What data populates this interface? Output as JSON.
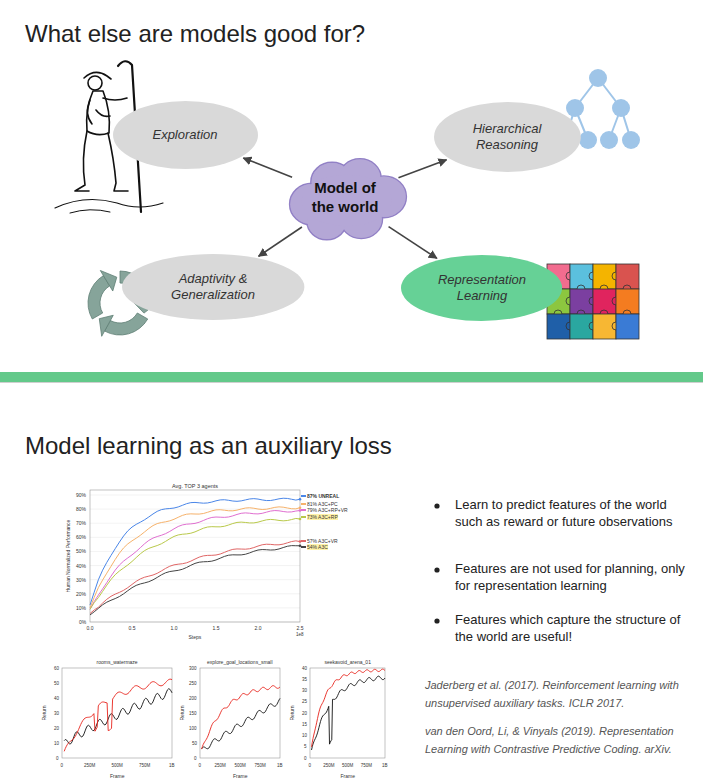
{
  "diagram": {
    "title": "What else are models good for?",
    "nodes": [
      {
        "text": [
          "Exploration"
        ]
      },
      {
        "text": [
          "Hierarchical Reasoning"
        ]
      },
      {
        "text": [
          "Model of the world"
        ]
      },
      {
        "text": [
          "Adaptivity & Generalization"
        ]
      },
      {
        "text": [
          "Representation Learning"
        ]
      }
    ],
    "edges": [
      {
        "from": 2,
        "to": 0,
        "arrow": "to"
      },
      {
        "from": 2,
        "to": 1,
        "arrow": "to"
      },
      {
        "from": 2,
        "to": 3,
        "arrow": "to"
      },
      {
        "from": 2,
        "to": 4,
        "arrow": "to"
      }
    ],
    "labels": [
      "Model learning as an auxiliary loss",
      "Avg. TOP 3 agents",
      "90%",
      "80%",
      "70%",
      "60%",
      "50%",
      "40%",
      "30%",
      "20%",
      "10%",
      "0%",
      "0.0",
      "0.5",
      "1.0",
      "1.5",
      "2.0",
      "2.5",
      "1e8",
      "Steps",
      "Human Normalized Performance",
      "rooms_watermaze",
      "explore_goal_locations_small",
      "seekavoid_arena_01",
      "Return",
      "Return",
      "Return",
      "Frame",
      "Frame",
      "Frame",
      "0",
      "250M",
      "500M",
      "750M",
      "1B",
      "0",
      "250M",
      "500M",
      "750M",
      "1B",
      "0",
      "250M",
      "500M",
      "750M",
      "1B",
      "60",
      "50",
      "40",
      "30",
      "20",
      "10",
      "0",
      "300",
      "250",
      "200",
      "150",
      "100",
      "50",
      "0",
      "40",
      "35",
      "30",
      "25",
      "20",
      "15",
      "10",
      "5",
      "0",
      "Learn to predict features of the world such as reward or future observations",
      "Features are not used for planning, only for representation learning",
      "Features which capture the structure of the world are useful!",
      "Jaderberg et al. (2017). Reinforcement learning with unsupervised auxiliary tasks. ICLR 2017.",
      "van den Oord, Li, & Vinyals (2019). Representation Learning with Contrastive Predictive Coding. arXiv."
    ],
    "legend": [
      {
        "text": "87% UNREAL",
        "color": "#4a86e8"
      },
      {
        "text": "81% A3C+PC",
        "color": "#f6b26b"
      },
      {
        "text": "79% A3C+RP+VR",
        "color": "#e06fd0"
      },
      {
        "text": "73% A3C+RP",
        "color": "#b9c94a"
      },
      {
        "text": "57% A3C+VR",
        "color": "#e06666"
      },
      {
        "text": "54% A3C",
        "color": "#444444"
      }
    ]
  }
}
